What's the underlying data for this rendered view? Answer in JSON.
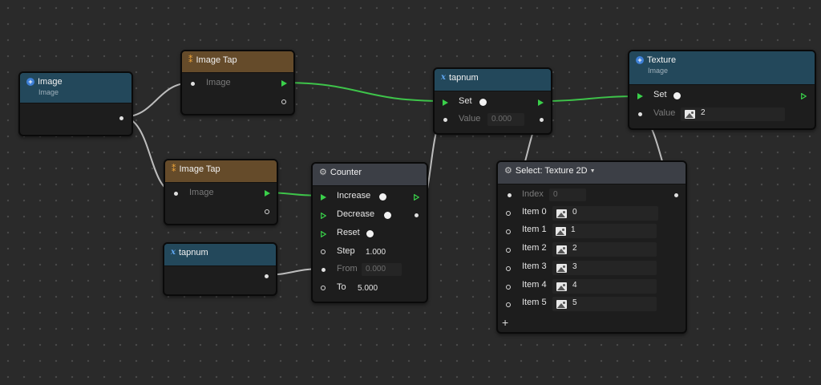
{
  "nodes": {
    "image_src": {
      "title": "Image",
      "subtitle": "Image"
    },
    "tap1": {
      "title": "Image Tap",
      "in_label": "Image"
    },
    "tap2": {
      "title": "Image Tap",
      "in_label": "Image"
    },
    "tapnum_var": {
      "title": "tapnum"
    },
    "counter": {
      "title": "Counter",
      "increase": "Increase",
      "decrease": "Decrease",
      "reset": "Reset",
      "step_label": "Step",
      "step_value": "1.000",
      "from_label": "From",
      "from_value": "0.000",
      "to_label": "To",
      "to_value": "5.000"
    },
    "tapnum_set": {
      "title": "tapnum",
      "set_label": "Set",
      "value_label": "Value",
      "value": "0.000"
    },
    "texture": {
      "title": "Texture",
      "subtitle": "Image",
      "set_label": "Set",
      "value_label": "Value",
      "value": "2"
    },
    "select": {
      "title": "Select: Texture 2D",
      "index_label": "Index",
      "index_value": "0",
      "items": [
        {
          "label": "Item 0",
          "value": "0"
        },
        {
          "label": "Item 1",
          "value": "1"
        },
        {
          "label": "Item 2",
          "value": "2"
        },
        {
          "label": "Item 3",
          "value": "3"
        },
        {
          "label": "Item 4",
          "value": "4"
        },
        {
          "label": "Item 5",
          "value": "5"
        }
      ],
      "add_label": "+"
    }
  },
  "colors": {
    "exec_wire": "#3ec44a",
    "data_wire": "#bdbdbd",
    "var_header": "#23485b",
    "tap_header": "#654b2a"
  },
  "icons": {
    "image": "plus-circle-icon",
    "tap": "tap-icon",
    "variable": "x-variable-icon",
    "counter": "gear-icon",
    "texture_value": "image-icon"
  }
}
